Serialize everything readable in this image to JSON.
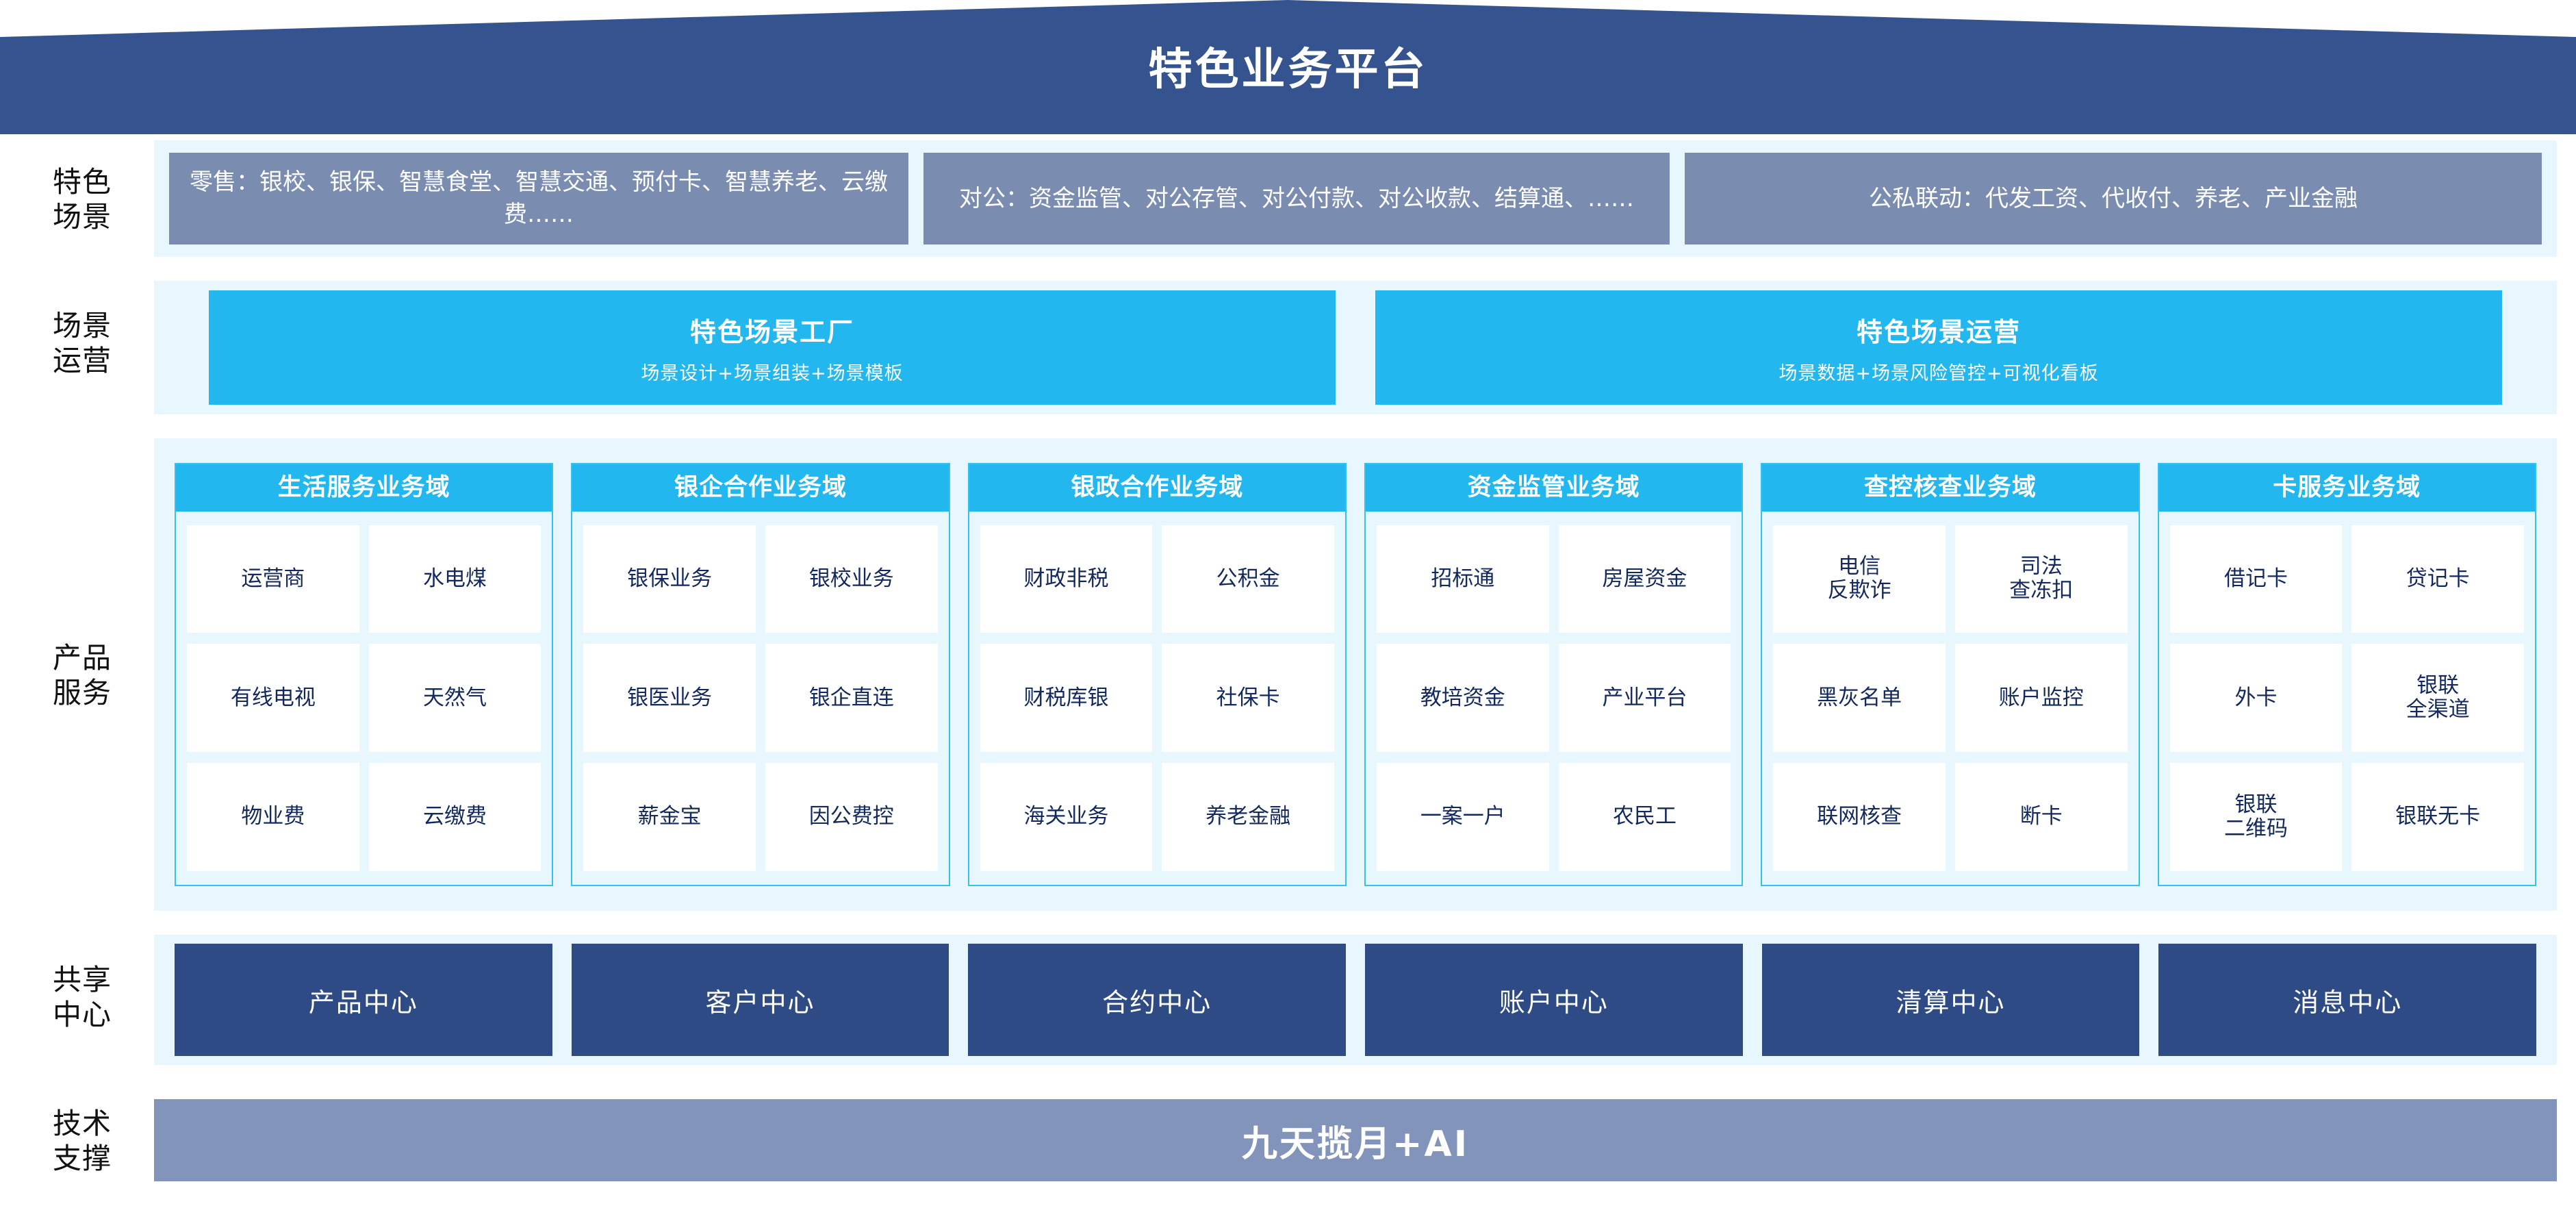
{
  "header": {
    "title": "特色业务平台",
    "banner_color": "#35538f"
  },
  "row_labels": {
    "scenario": "特色\n场景",
    "operations": "场景\n运营",
    "product": "产品\n服务",
    "shared": "共享\n中心",
    "tech": "技术\n支撑"
  },
  "scenario_row": {
    "boxes": [
      {
        "text": "零售：银校、银保、智慧食堂、智慧交通、预付卡、智慧养老、云缴费……"
      },
      {
        "text": "对公：资金监管、对公存管、对公付款、对公收款、结算通、……"
      },
      {
        "text": "公私联动：代发工资、代收付、养老、产业金融"
      }
    ],
    "box_color": "#7b8cb1"
  },
  "operations_row": {
    "boxes": [
      {
        "title": "特色场景工厂",
        "subtitle": "场景设计+场景组装+场景模板"
      },
      {
        "title": "特色场景运营",
        "subtitle": "场景数据+场景风险管控+可视化看板"
      }
    ],
    "box_color": "#23b7ef"
  },
  "product_row": {
    "domains": [
      {
        "title": "生活服务业务域",
        "cells": [
          "运营商",
          "水电煤",
          "有线电视",
          "天然气",
          "物业费",
          "云缴费"
        ]
      },
      {
        "title": "银企合作业务域",
        "cells": [
          "银保业务",
          "银校业务",
          "银医业务",
          "银企直连",
          "薪金宝",
          "因公费控"
        ]
      },
      {
        "title": "银政合作业务域",
        "cells": [
          "财政非税",
          "公积金",
          "财税库银",
          "社保卡",
          "海关业务",
          "养老金融"
        ]
      },
      {
        "title": "资金监管业务域",
        "cells": [
          "招标通",
          "房屋资金",
          "教培资金",
          "产业平台",
          "一案一户",
          "农民工"
        ]
      },
      {
        "title": "查控核查业务域",
        "cells": [
          "电信\n反欺诈",
          "司法\n查冻扣",
          "黑灰名单",
          "账户监控",
          "联网核查",
          "断卡"
        ]
      },
      {
        "title": "卡服务业务域",
        "cells": [
          "借记卡",
          "贷记卡",
          "外卡",
          "银联\n全渠道",
          "银联\n二维码",
          "银联无卡"
        ]
      }
    ],
    "head_color": "#23b7ef",
    "cell_text_color": "#13295e"
  },
  "shared_row": {
    "boxes": [
      "产品中心",
      "客户中心",
      "合约中心",
      "账户中心",
      "清算中心",
      "消息中心"
    ],
    "box_color": "#2f4b85"
  },
  "tech_row": {
    "text": "九天揽月+AI",
    "bar_color": "#8394ba"
  }
}
